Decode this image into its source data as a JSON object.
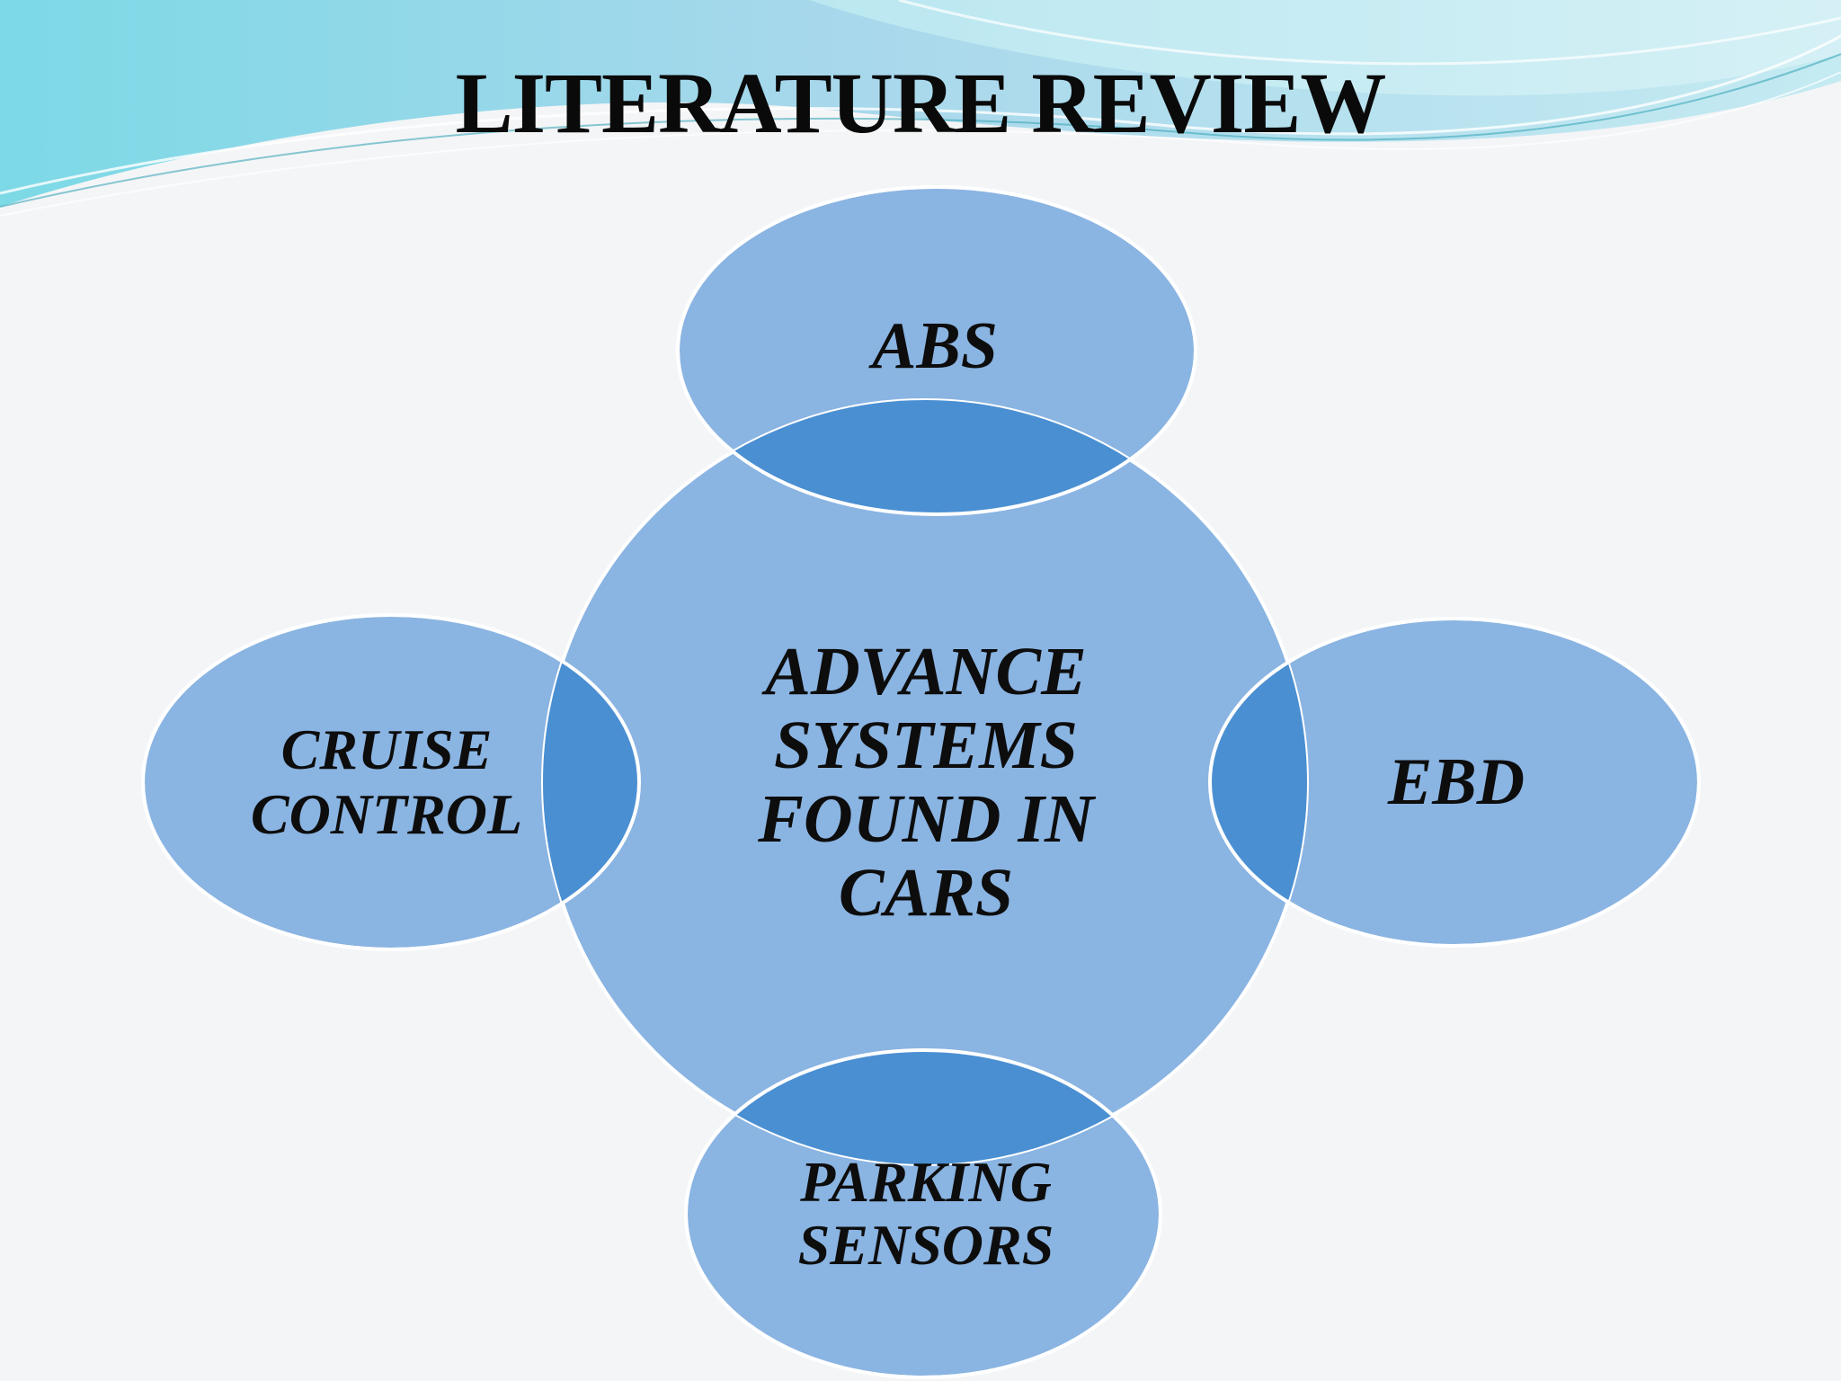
{
  "slide": {
    "title": "LITERATURE REVIEW"
  },
  "diagram": {
    "center": {
      "label": "ADVANCE SYSTEMS FOUND IN CARS"
    },
    "top": {
      "label": "ABS"
    },
    "left": {
      "label": "CRUISE CONTROL"
    },
    "right": {
      "label": "EBD"
    },
    "bottom": {
      "label": "PARKING SENSORS"
    }
  },
  "colors": {
    "circle_fill": "#8ab4e2",
    "overlap_fill": "#4a8fd2",
    "outline": "#ffffff",
    "wave_light": "#a9e4ee",
    "wave_mid": "#6fd0e0",
    "text": "#0d0d0d"
  }
}
